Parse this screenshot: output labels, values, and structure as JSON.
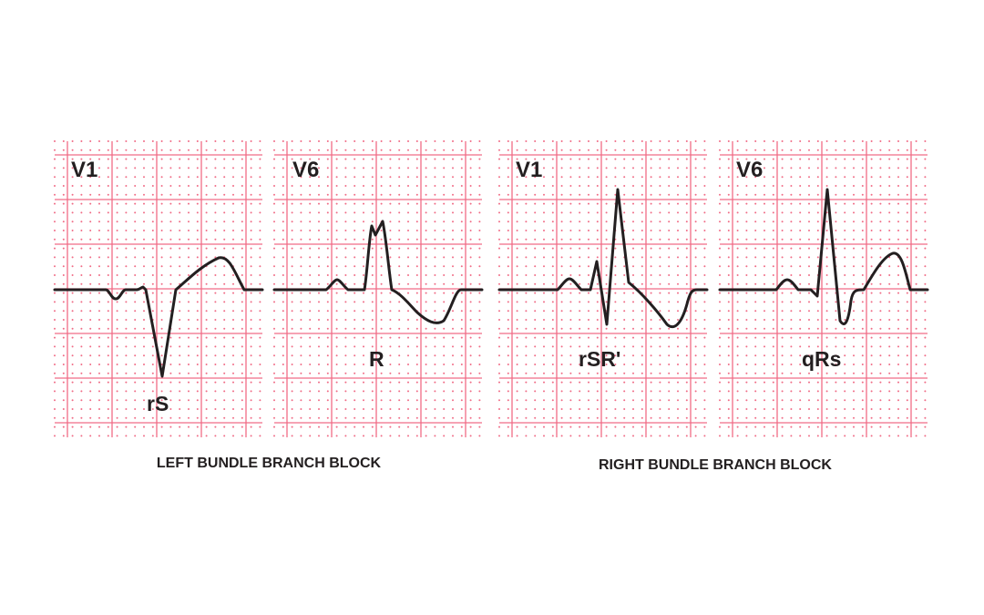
{
  "colors": {
    "background": "#ffffff",
    "grid": "#f06c86",
    "grid_dots": "#f06c86",
    "trace": "#231f20",
    "text": "#231f20"
  },
  "groups": [
    {
      "caption": "LEFT BUNDLE BRANCH BLOCK",
      "panels": [
        {
          "lead": "V1",
          "complex": "rS"
        },
        {
          "lead": "V6",
          "complex": "R"
        }
      ]
    },
    {
      "caption": "RIGHT BUNDLE BRANCH BLOCK",
      "panels": [
        {
          "lead": "V1",
          "complex": "rSR'"
        },
        {
          "lead": "V6",
          "complex": "qRs"
        }
      ]
    }
  ]
}
